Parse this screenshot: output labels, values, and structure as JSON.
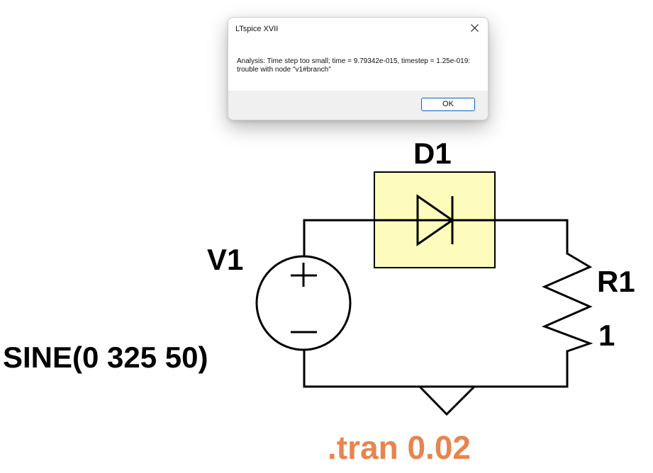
{
  "schematic": {
    "diode_label": "D1",
    "source_label": "V1",
    "source_value": "SINE(0 325 50)",
    "resistor_label": "R1",
    "resistor_value": "1",
    "directive": ".tran 0.02",
    "colors": {
      "wire": "#000000",
      "diode_highlight": "#fdfcbc",
      "directive": "#e8844e"
    }
  },
  "dialog": {
    "title": "LTspice XVII",
    "message": "Analysis:  Time step too small; time = 9.79342e-015, timestep = 1.25e-019: trouble with node \"v1#branch\"",
    "ok_label": "OK",
    "close_icon": "close-icon",
    "colors": {
      "footer": "#f0f0f0",
      "ok_border": "#0067c0"
    }
  }
}
